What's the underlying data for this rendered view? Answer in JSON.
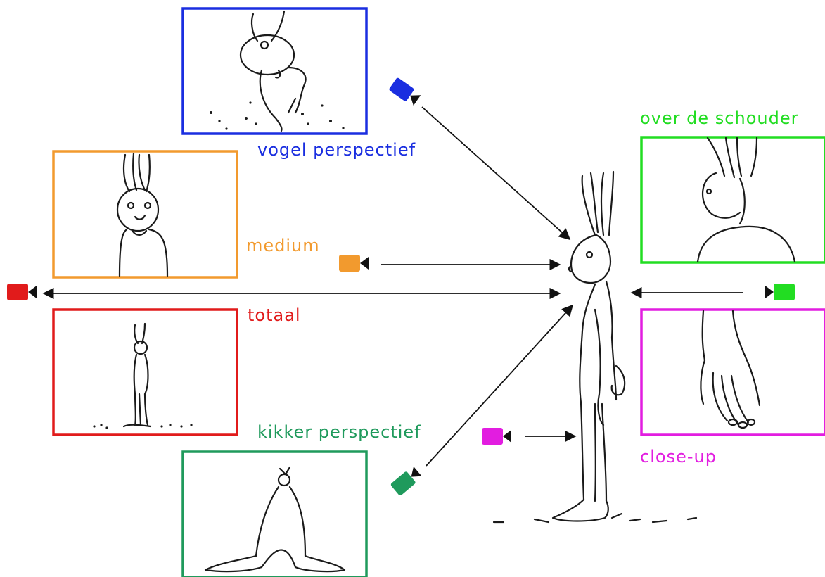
{
  "shots": {
    "bird": {
      "label": "vogel perspectief",
      "color": "#1a2ee0"
    },
    "medium": {
      "label": "medium",
      "color": "#f29a2e"
    },
    "total": {
      "label": "totaal",
      "color": "#e11b1b"
    },
    "frog": {
      "label": "kikker perspectief",
      "color": "#1f9a5c"
    },
    "shoulder": {
      "label": "over de schouder",
      "color": "#22dd22"
    },
    "closeup": {
      "label": "close-up",
      "color": "#e21de0"
    }
  },
  "icons": {
    "camera": "video-camera-icon",
    "subject": "rabbit-character-illustration"
  }
}
